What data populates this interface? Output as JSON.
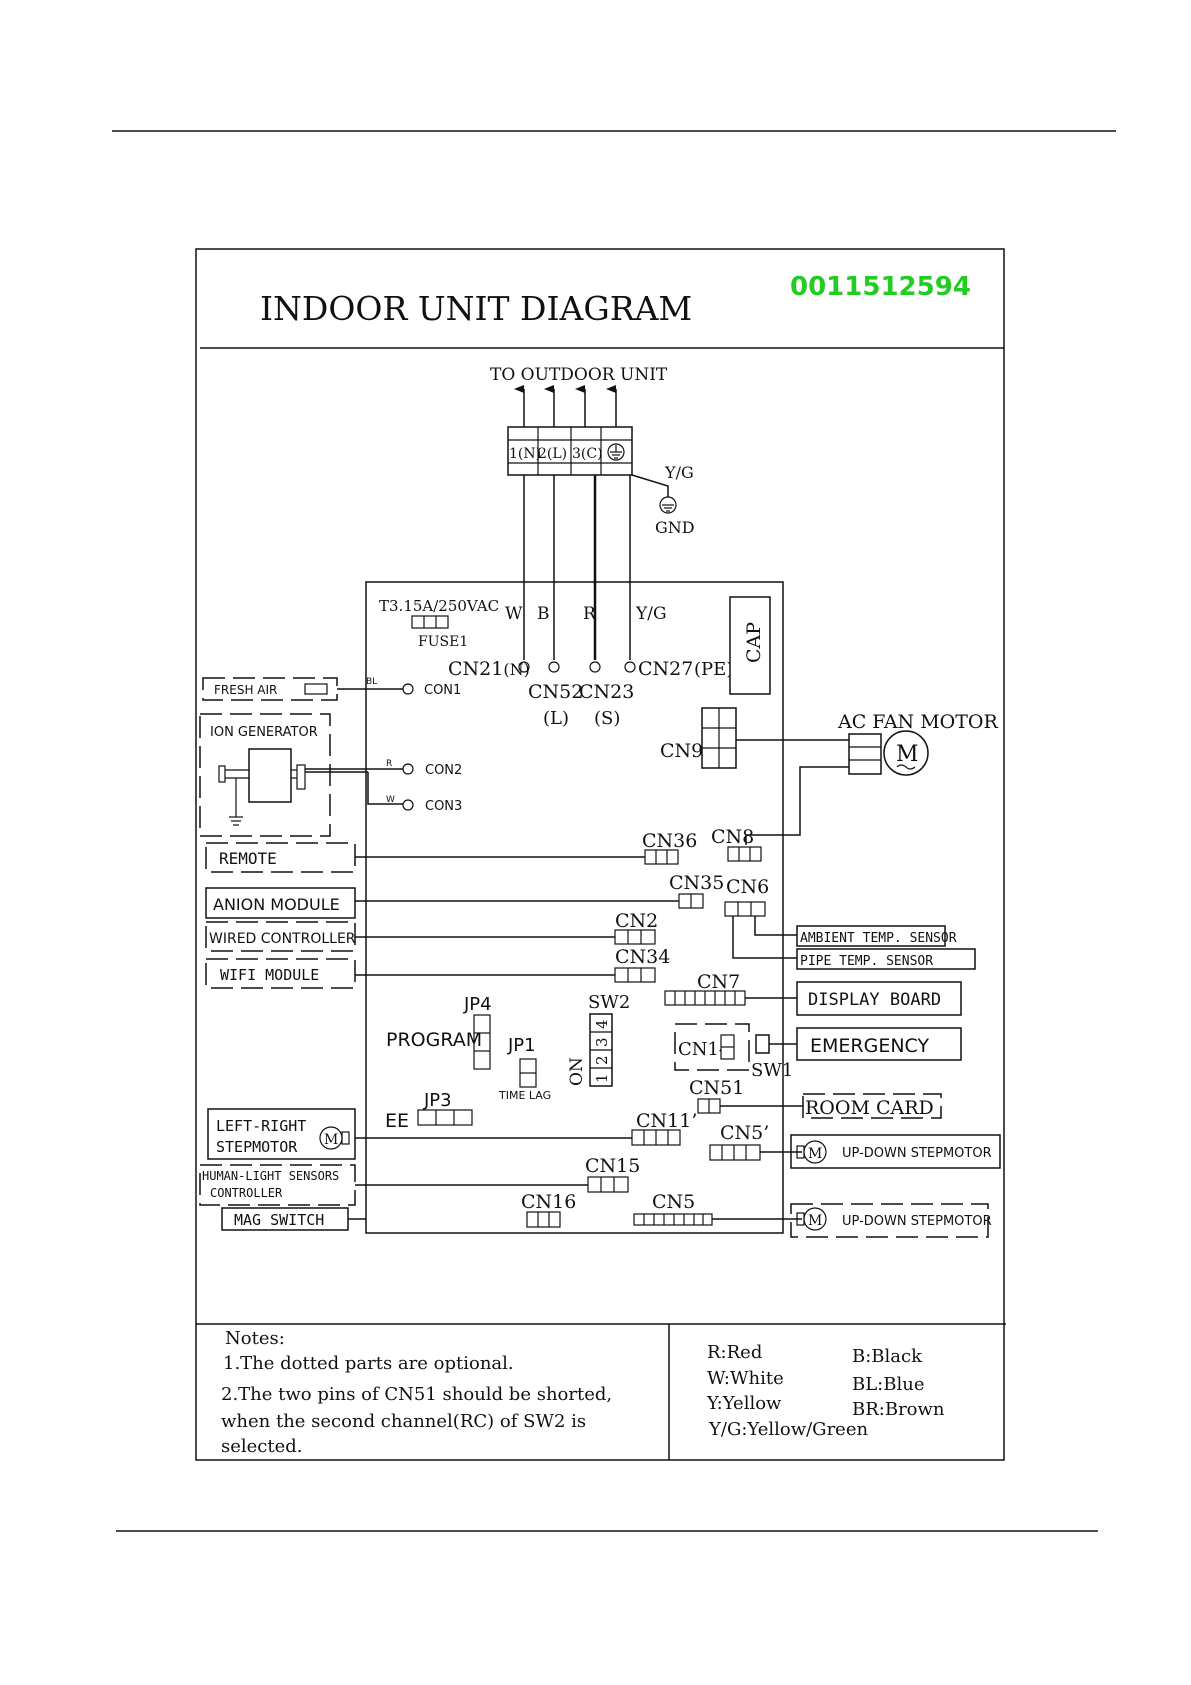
{
  "doc_id": "0011512594",
  "title": "INDOOR UNIT DIAGRAM",
  "colors": {
    "id_green": "#22cc22",
    "line": "#111111"
  },
  "outdoor": {
    "label": "TO OUTDOOR UNIT",
    "terminals": [
      "1(N)",
      "2(L)",
      "3(C)"
    ],
    "yg": "Y/G",
    "gnd": "GND"
  },
  "board": {
    "fuse_rating": "T3.15A/250VAC",
    "fuse_name": "FUSE1",
    "wire_w": "W",
    "wire_b": "B",
    "wire_r": "R",
    "wire_yg": "Y/G",
    "cn21": "CN21",
    "cn21_sfx": "(N)",
    "cn52": "CN52",
    "cn52_sfx": "(L)",
    "cn23": "CN23",
    "cn23_sfx": "(S)",
    "cn27": "CN27",
    "cn27_sfx": "(PE)",
    "cap": "CAP",
    "con1": "CON1",
    "con2": "CON2",
    "con3": "CON3",
    "bl": "BL",
    "r": "R",
    "w": "W",
    "cn9": "CN9",
    "cn36": "CN36",
    "cn8": "CN8",
    "cn35": "CN35",
    "cn6": "CN6",
    "cn2": "CN2",
    "cn34": "CN34",
    "cn7": "CN7",
    "jp4": "JP4",
    "program": "PROGRAM",
    "jp1": "JP1",
    "time_lag": "TIME LAG",
    "sw2": "SW2",
    "sw2_nums": [
      "1",
      "2",
      "3",
      "4"
    ],
    "on": "ON",
    "cn14": "CN14",
    "sw1": "SW1",
    "cn51": "CN51",
    "jp3": "JP3",
    "ee": "EE",
    "cn11": "CN11’",
    "cn5p": "CN5’",
    "cn15": "CN15",
    "cn16": "CN16",
    "cn5": "CN5"
  },
  "left": {
    "fresh_air": "FRESH AIR",
    "ion_generator": "ION GENERATOR",
    "remote": "REMOTE",
    "anion_module": "ANION MODULE",
    "wired_controller": "WIRED CONTROLLER",
    "wifi_module": "WIFI MODULE",
    "lr_step_1": "LEFT-RIGHT",
    "lr_step_2": "STEPMOTOR",
    "hl_1": "HUMAN-LIGHT SENSORS",
    "hl_2": "CONTROLLER",
    "mag_switch": "MAG SWITCH"
  },
  "right": {
    "ac_fan_motor": "AC FAN MOTOR",
    "motor_m": "M",
    "ambient": "AMBIENT TEMP. SENSOR",
    "pipe": "PIPE TEMP. SENSOR",
    "display": "DISPLAY BOARD",
    "emergency": "EMERGENCY",
    "room_card": "ROOM  CARD",
    "updown1": "UP-DOWN STEPMOTOR",
    "updown2": "UP-DOWN STEPMOTOR"
  },
  "notes": {
    "heading": "Notes:",
    "n1": "1.The  dotted parts  are optional.",
    "n2a": "2.The two pins of CN51 should be shorted,",
    "n2b": "when the second channel(RC) of SW2 is",
    "n2c": "selected."
  },
  "legend": {
    "r": "R:Red",
    "b": "B:Black",
    "w": "W:White",
    "bl": "BL:Blue",
    "y": "Y:Yellow",
    "br": "BR:Brown",
    "yg": "Y/G:Yellow/Green"
  }
}
